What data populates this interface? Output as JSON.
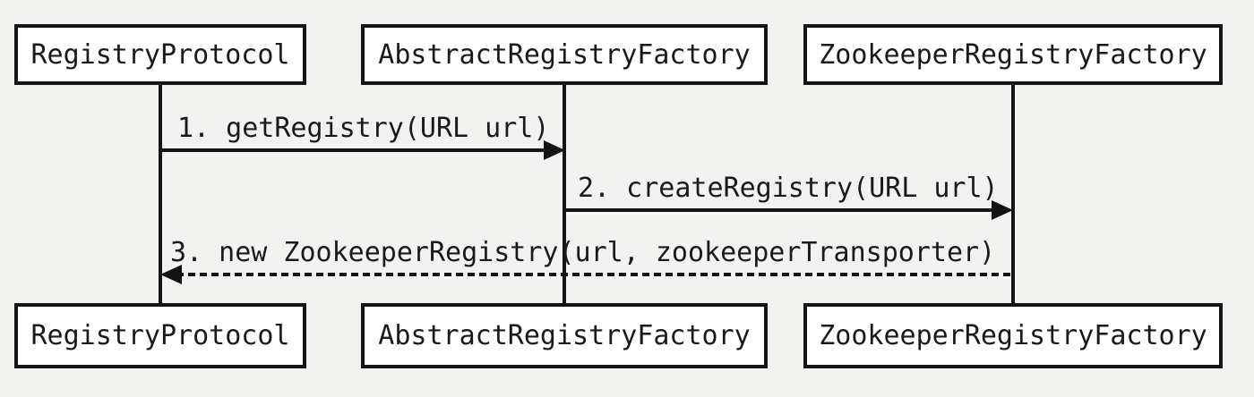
{
  "diagram_type": "uml-sequence",
  "colors": {
    "background": "#f2f2f0",
    "box_fill": "#ffffff",
    "stroke": "#141414",
    "text": "#1a1a1a"
  },
  "participants": [
    {
      "name": "RegistryProtocol"
    },
    {
      "name": "AbstractRegistryFactory"
    },
    {
      "name": "ZookeeperRegistryFactory"
    }
  ],
  "messages": [
    {
      "order": 1,
      "label": "1. getRegistry(URL url)",
      "from": "RegistryProtocol",
      "to": "AbstractRegistryFactory",
      "line": "solid",
      "direction": "right"
    },
    {
      "order": 2,
      "label": "2. createRegistry(URL url)",
      "from": "AbstractRegistryFactory",
      "to": "ZookeeperRegistryFactory",
      "line": "solid",
      "direction": "right"
    },
    {
      "order": 3,
      "label": "3. new ZookeeperRegistry(url, zookeeperTransporter)",
      "from": "ZookeeperRegistryFactory",
      "to": "RegistryProtocol",
      "line": "dashed",
      "direction": "left"
    }
  ]
}
